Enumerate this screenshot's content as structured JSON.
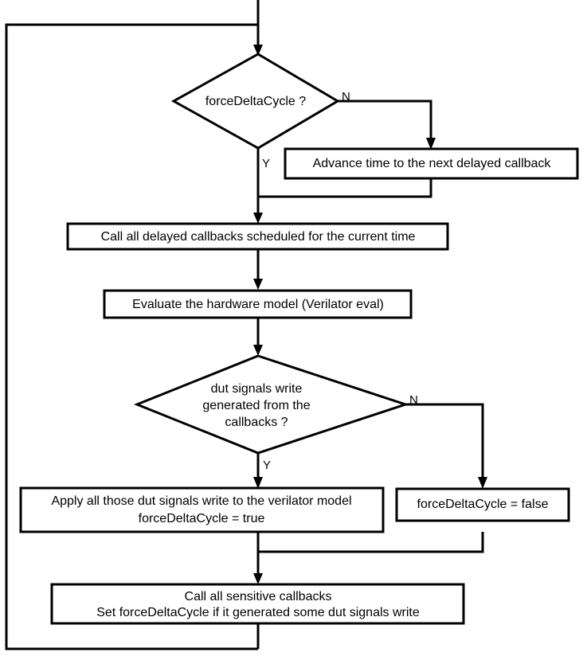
{
  "diagram": {
    "title": "Verilator simulation loop flowchart",
    "type": "flowchart",
    "colors": {
      "background": "#ffffff",
      "stroke": "#000000",
      "node_fill": "#ffffff",
      "text": "#000000"
    }
  },
  "nodes": {
    "decision_force_delta": {
      "shape": "diamond",
      "text": "forceDeltaCycle ?"
    },
    "process_advance_time": {
      "shape": "rectangle",
      "text": "Advance time to the next delayed callback"
    },
    "process_call_delayed": {
      "shape": "rectangle",
      "text": "Call all delayed callbacks scheduled for the current time"
    },
    "process_evaluate_model": {
      "shape": "rectangle",
      "text": "Evaluate the hardware model (Verilator eval)"
    },
    "decision_dut_signals": {
      "shape": "diamond",
      "line1": "dut signals write",
      "line2": "generated from the",
      "line3": "callbacks ?"
    },
    "process_apply_signals": {
      "shape": "rectangle",
      "line1": "Apply all those dut signals write to the verilator model",
      "line2": "forceDeltaCycle = true"
    },
    "process_clear_flag": {
      "shape": "rectangle",
      "text": "forceDeltaCycle = false"
    },
    "process_sensitive_callbacks": {
      "shape": "rectangle",
      "line1": "Call all sensitive callbacks",
      "line2": "Set forceDeltaCycle if it generated some dut signals write"
    }
  },
  "edge_labels": {
    "decision1_no": "N",
    "decision1_yes": "Y",
    "decision2_no": "N",
    "decision2_yes": "Y"
  }
}
